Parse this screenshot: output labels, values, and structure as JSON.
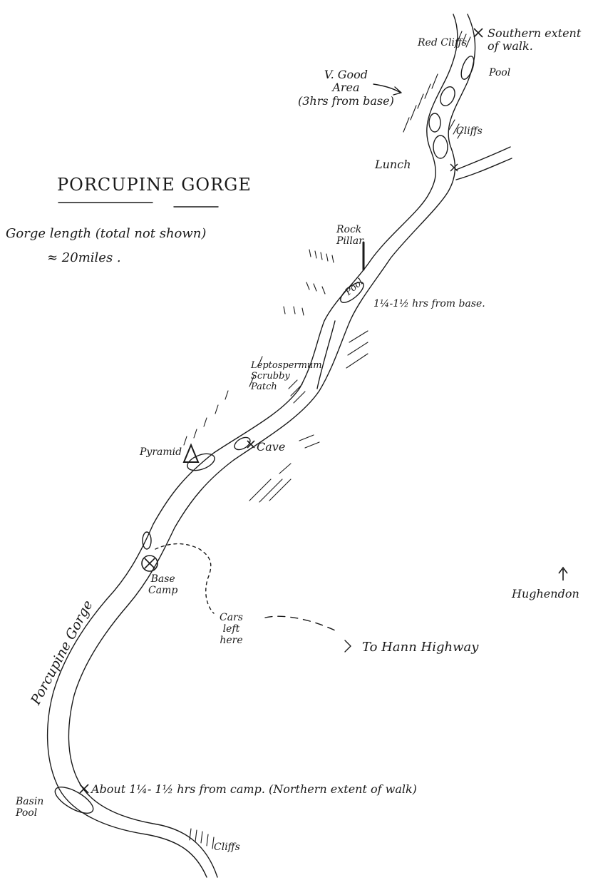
{
  "title": "PORCUPINE GORGE",
  "gorge_length_note": {
    "line1": "Gorge length (total not shown)",
    "line2": "≈ 20miles ."
  },
  "labels": {
    "red_cliffs": "Red Cliffs",
    "southern_extent": "Southern extent\nof walk.",
    "pool_top": "Pool",
    "v_good_area": "V. Good\nArea\n(3hrs from base)",
    "cliffs_upper": "Cliffs",
    "lunch": "Lunch",
    "rock_pillar": "Rock\nPillar",
    "pool_mid": "Pool",
    "time_from_base": "1¼-1½ hrs from base.",
    "leptospermum": "Leptospermum\nScrubby\nPatch",
    "pyramid": "Pyramid",
    "cave": "Cave",
    "base_camp": "Base\nCamp",
    "cars_left": "Cars\nleft\nhere",
    "to_hann_highway": "To Hann  Highway",
    "hughenden": "Hughendon",
    "porcupine_gorge_river": "Porcupine Gorge",
    "about_northern": "About  1¼- 1½ hrs from camp. (Northern extent of walk)",
    "basin_pool": "Basin\nPool",
    "cliffs_lower": "Cliffs"
  },
  "icons": {
    "north_arrow": "north-arrow-icon",
    "base_camp_marker": "circled-x-icon",
    "pyramid_marker": "triangle-icon"
  },
  "colors": {
    "ink": "#1a1a1a",
    "paper": "#ffffff"
  }
}
